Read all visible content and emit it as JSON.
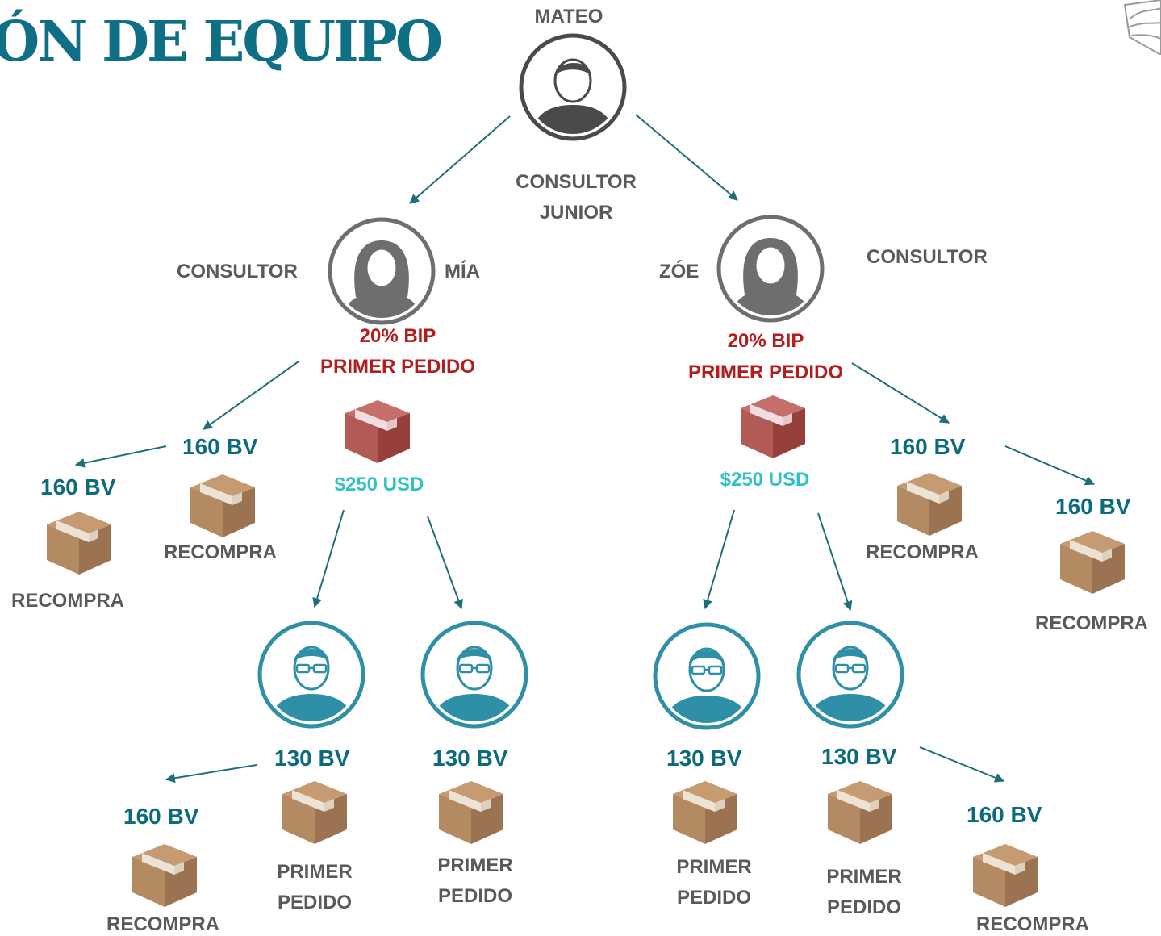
{
  "title": "ÓN DE EQUIPO",
  "colors": {
    "title": "#0e6f85",
    "label": "#5a5a5a",
    "highlight": "#b31d1d",
    "price": "#2fc1c4",
    "bv": "#0b6b7c",
    "arrow": "#1f6e7c",
    "box": "#b48a63",
    "first_box": "#b25a55",
    "avatar_dark": "#4a4a4c",
    "avatar_mid": "#6e6e70",
    "avatar_teal": "#2f8fa6"
  },
  "top": {
    "name": "MATEO",
    "rank_line1": "CONSULTOR",
    "rank_line2": "JUNIOR"
  },
  "left_branch": {
    "rank": "CONSULTOR",
    "name": "MÍA",
    "bonus": "20% BIP",
    "order": "PRIMER PEDIDO",
    "price": "$250 USD",
    "repurchase_bv": "160 BV",
    "repurchase_label": "RECOMPRA",
    "outer_bv": "160 BV",
    "outer_label": "RECOMPRA",
    "child1": {
      "bv": "130 BV",
      "line1": "PRIMER",
      "line2": "PEDIDO",
      "extra_bv": "160 BV",
      "extra_label": "RECOMPRA"
    },
    "child2": {
      "bv": "130 BV",
      "line1": "PRIMER",
      "line2": "PEDIDO"
    }
  },
  "right_branch": {
    "rank": "CONSULTOR",
    "name": "ZÓE",
    "bonus": "20% BIP",
    "order": "PRIMER PEDIDO",
    "price": "$250 USD",
    "repurchase_bv": "160 BV",
    "repurchase_label": "RECOMPRA",
    "outer_bv": "160 BV",
    "outer_label": "RECOMPRA",
    "child1": {
      "bv": "130 BV",
      "line1": "PRIMER",
      "line2": "PEDIDO"
    },
    "child2": {
      "bv": "130 BV",
      "line1": "PRIMER",
      "line2": "PEDIDO",
      "extra_bv": "160 BV",
      "extra_label": "RECOMPRA"
    }
  },
  "icons": [
    "male-avatar-icon",
    "female-avatar-icon",
    "male-glasses-avatar-icon",
    "box-icon",
    "logo-icon"
  ]
}
